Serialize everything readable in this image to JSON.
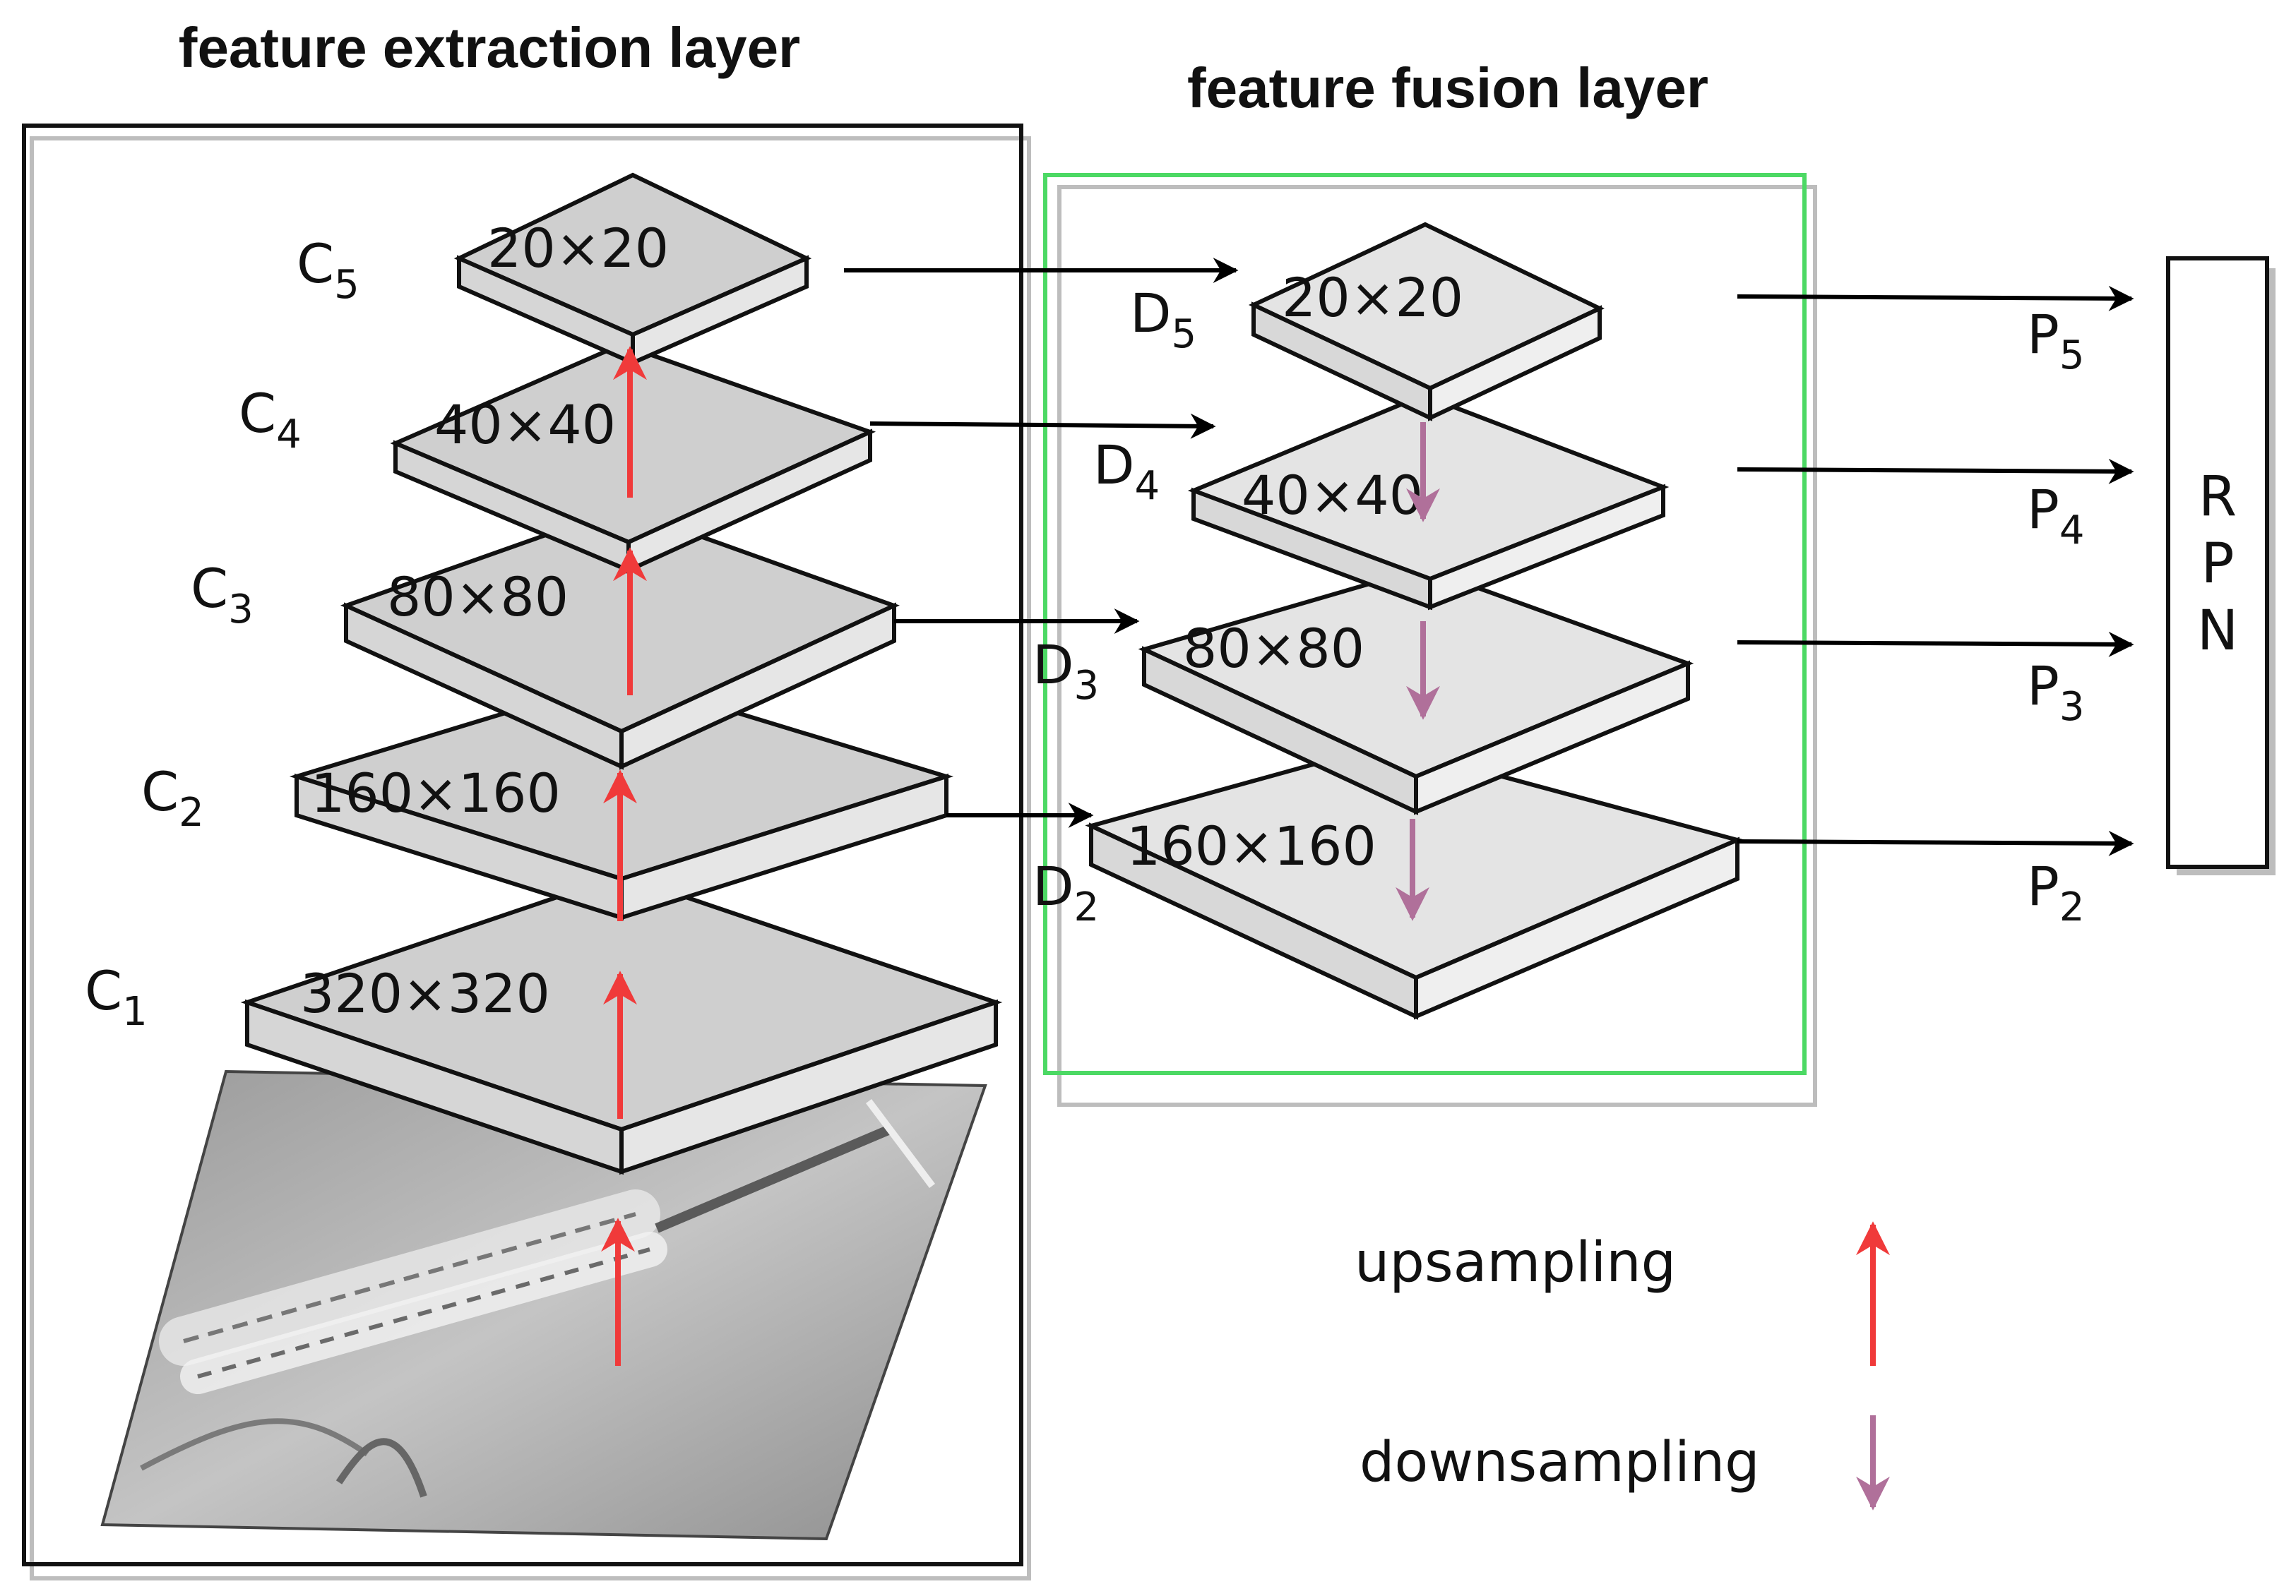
{
  "titles": {
    "extraction": "feature extraction layer",
    "fusion": "feature fusion layer"
  },
  "extraction_levels": [
    {
      "label": "C",
      "sub": "5",
      "size": "20×20"
    },
    {
      "label": "C",
      "sub": "4",
      "size": "40×40"
    },
    {
      "label": "C",
      "sub": "3",
      "size": "80×80"
    },
    {
      "label": "C",
      "sub": "2",
      "size": "160×160"
    },
    {
      "label": "C",
      "sub": "1",
      "size": "320×320"
    }
  ],
  "fusion_levels": [
    {
      "label": "D",
      "sub": "5",
      "size": "20×20"
    },
    {
      "label": "D",
      "sub": "4",
      "size": "40×40"
    },
    {
      "label": "D",
      "sub": "3",
      "size": "80×80"
    },
    {
      "label": "D",
      "sub": "2",
      "size": "160×160"
    }
  ],
  "outputs": [
    {
      "label": "P",
      "sub": "5"
    },
    {
      "label": "P",
      "sub": "4"
    },
    {
      "label": "P",
      "sub": "3"
    },
    {
      "label": "P",
      "sub": "2"
    }
  ],
  "rpn": {
    "letters": [
      "R",
      "P",
      "N"
    ]
  },
  "legend": {
    "upsampling": "upsampling",
    "downsampling": "downsampling"
  },
  "colors": {
    "upsampling_arrow": "#f03a3a",
    "downsampling_arrow": "#b0709a",
    "fusion_box": "#4cd964",
    "plate_top_extraction": "#cfcfcf",
    "plate_top_fusion": "#e4e4e4"
  },
  "input_image": {
    "description_icon": "insulator-photo-icon"
  }
}
